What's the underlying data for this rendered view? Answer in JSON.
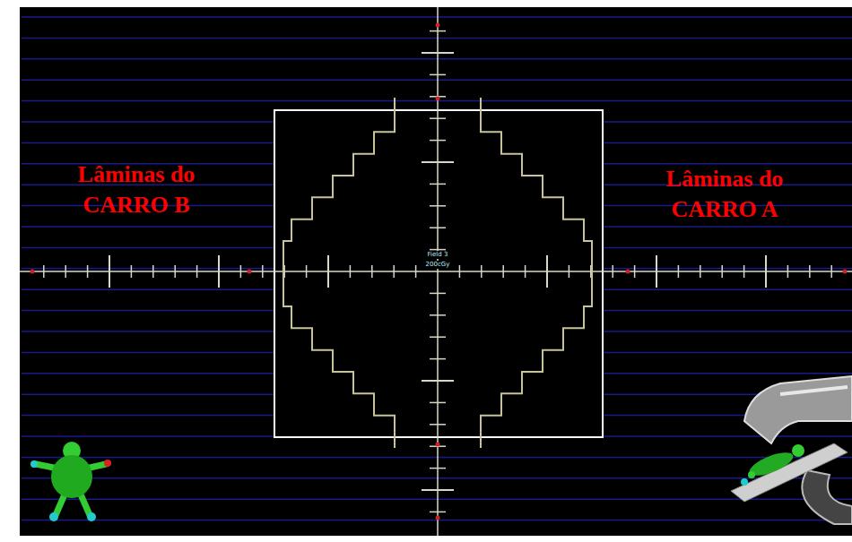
{
  "diagram": {
    "labels": [
      "Lâminas do CARRO B",
      "Lâminas do CARRO A",
      "Field 3",
      "200cGy"
    ]
  }
}
